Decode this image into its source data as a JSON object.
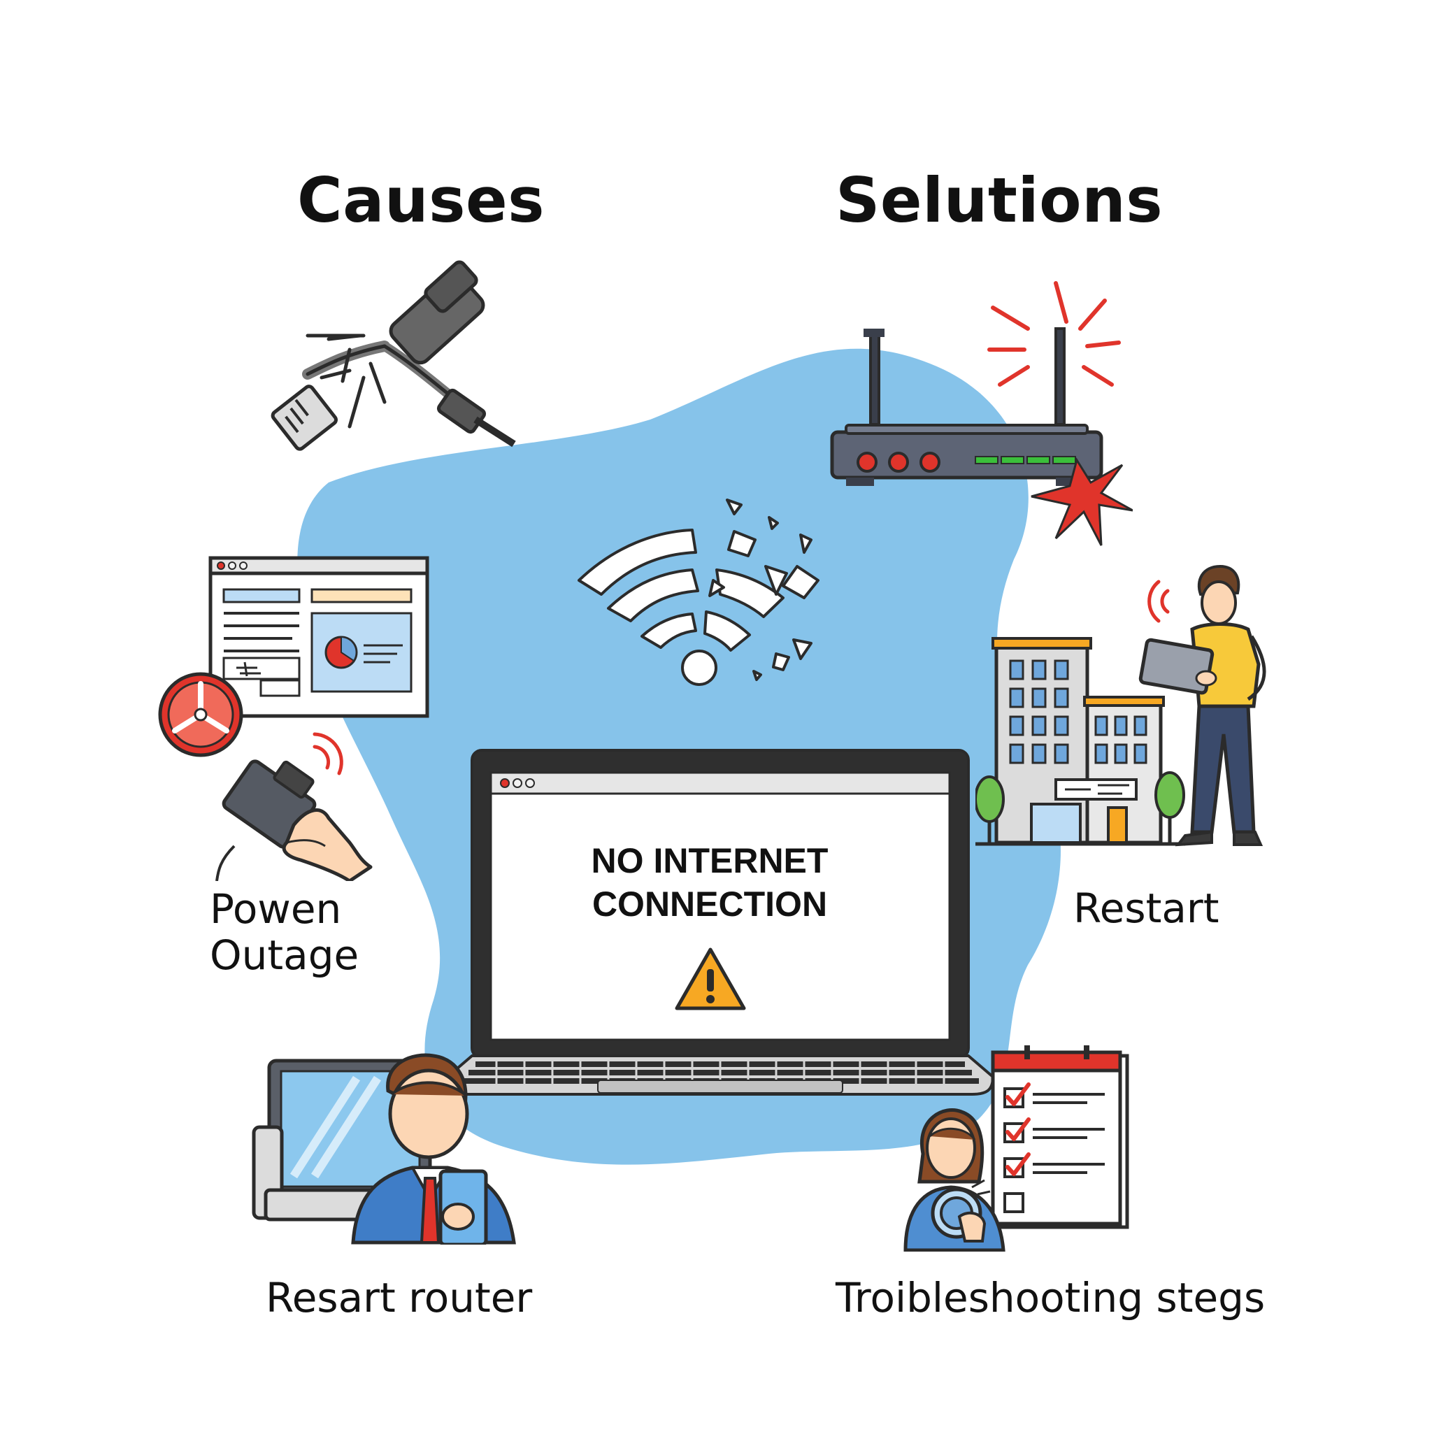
{
  "headings": {
    "causes": "Causes",
    "solutions": "Selutions"
  },
  "labels": {
    "power_outage_line1": "Powen",
    "power_outage_line2": "Outage",
    "restart": "Restart",
    "restart_router": "Resart router",
    "troubleshooting": "Troibleshooting stegs"
  },
  "laptop_screen": {
    "message_line1": "NO INTERNET",
    "message_line2": "CONNECTION"
  },
  "icons": [
    "broken-cable-icon",
    "router-icon",
    "broken-wifi-icon",
    "browser-dashboard-icon",
    "gauge-icon",
    "power-adapter-hand-icon",
    "person-laptop-icon",
    "office-building-icon",
    "laptop-icon",
    "warning-icon",
    "monitor-icon",
    "businessman-phone-icon",
    "checklist-icon",
    "woman-button-icon"
  ],
  "colors": {
    "blob": "#86c3ea",
    "alert_red": "#e0342b",
    "warning_orange": "#f7a823",
    "outline": "#2b2b2b",
    "router_body": "#5d6475",
    "led_green": "#3bbf3b"
  }
}
